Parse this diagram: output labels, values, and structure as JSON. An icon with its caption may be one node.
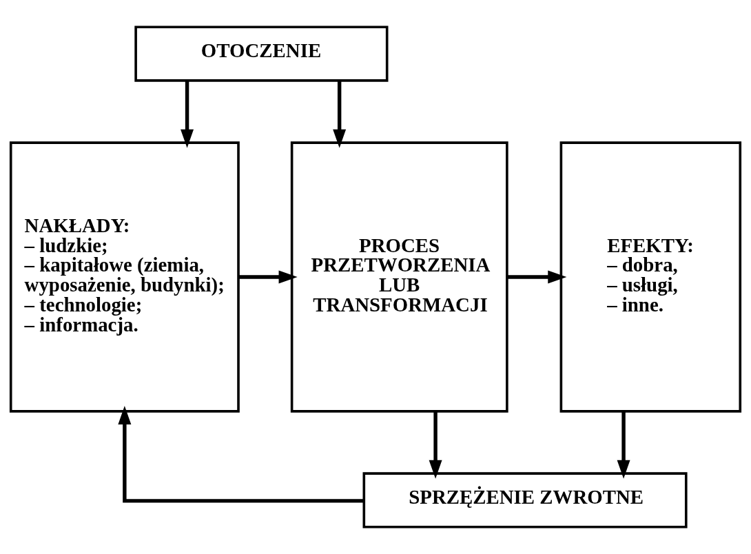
{
  "diagram": {
    "nodes": [
      {
        "text": [
          "OTOCZENIE"
        ]
      },
      {
        "text": [
          "NAKŁADY:",
          "– ludzkie;",
          "– kapitałowe (ziemia, wyposażenie, budynki);",
          "– technologie;",
          "– informacja."
        ]
      },
      {
        "text": [
          "PROCES PRZETWORZENIA LUB TRANSFORMACJI"
        ]
      },
      {
        "text": [
          "EFEKTY:",
          "– dobra,",
          "– usługi,",
          "– inne."
        ]
      },
      {
        "text": [
          "SPRZĘŻENIE ZWROTNE"
        ]
      }
    ],
    "edges": [
      {
        "from": 0,
        "to": 1,
        "arrow": "to"
      },
      {
        "from": 0,
        "to": 2,
        "arrow": "to"
      },
      {
        "from": 1,
        "to": 2,
        "arrow": "to"
      },
      {
        "from": 2,
        "to": 3,
        "arrow": "to"
      },
      {
        "from": 2,
        "to": 4,
        "arrow": "to"
      },
      {
        "from": 3,
        "to": 4,
        "arrow": "to"
      },
      {
        "from": 4,
        "to": 1,
        "arrow": "to"
      }
    ]
  }
}
